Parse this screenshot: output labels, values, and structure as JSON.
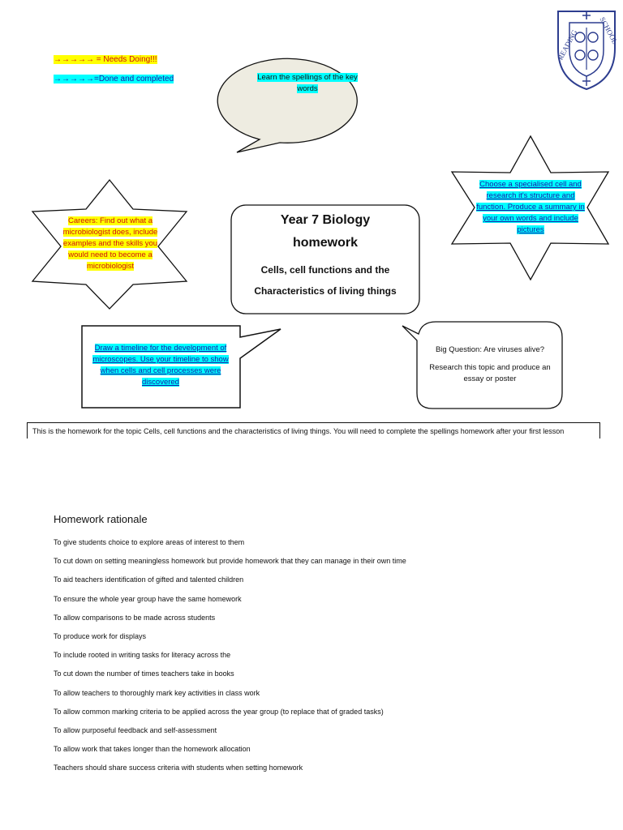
{
  "legend": {
    "needs_doing": "→→→→→ = Needs Doing!!!",
    "done": "→→→→→=Done and completed"
  },
  "crest": {
    "text_left": "READING",
    "text_right": "SCHOOL"
  },
  "tasks": {
    "spellings": "Learn the spellings of the key words",
    "careers": "Careers: Find out what a microbiologist does, include examples and the skills you would need to become a microbiologist",
    "specialised_cell": "Choose a specialised cell and research it's structure and function.  Produce a summary in your own words and include pictures",
    "timeline": "Draw a timeline for the development of microscopes.  Use your timeline to show when cells and cell processes were discovered",
    "big_question": "Big Question: Are viruses alive?",
    "big_question_detail": "Research this topic and produce an essay or poster"
  },
  "title": {
    "line1": "Year 7 Biology",
    "line2": "homework",
    "sub1": "Cells, cell functions and the",
    "sub2": "Characteristics of living things"
  },
  "intro": "This is the homework for the topic Cells, cell functions and the characteristics of living things.  You will need to complete the spellings homework after your first lesson",
  "rationale": {
    "heading": "Homework rationale",
    "items": [
      "To give students choice to explore areas of interest to them",
      "To cut down on setting meaningless homework but provide homework that they can manage in their own time",
      "To aid teachers identification of gifted and talented children",
      "To ensure the whole year group have the same homework",
      "To allow comparisons to be made across students",
      "To produce work for displays",
      "To include rooted in writing tasks for literacy across the",
      "To cut down the number of times teachers take in books",
      "To allow teachers to thoroughly mark key activities in class work",
      "To allow common marking criteria to be applied across the year group (to replace that of graded tasks)",
      "To allow purposeful feedback and self-assessment",
      "To allow work that takes longer than the homework allocation",
      "Teachers should share success criteria with students when setting homework"
    ]
  },
  "colors": {
    "highlight_yellow": "#ffff00",
    "highlight_cyan": "#00ffff",
    "bubble_fill": "#eeece1",
    "red_text": "#d01010",
    "blue_text": "#1a1aa8",
    "crest_blue": "#2d3d8f"
  }
}
